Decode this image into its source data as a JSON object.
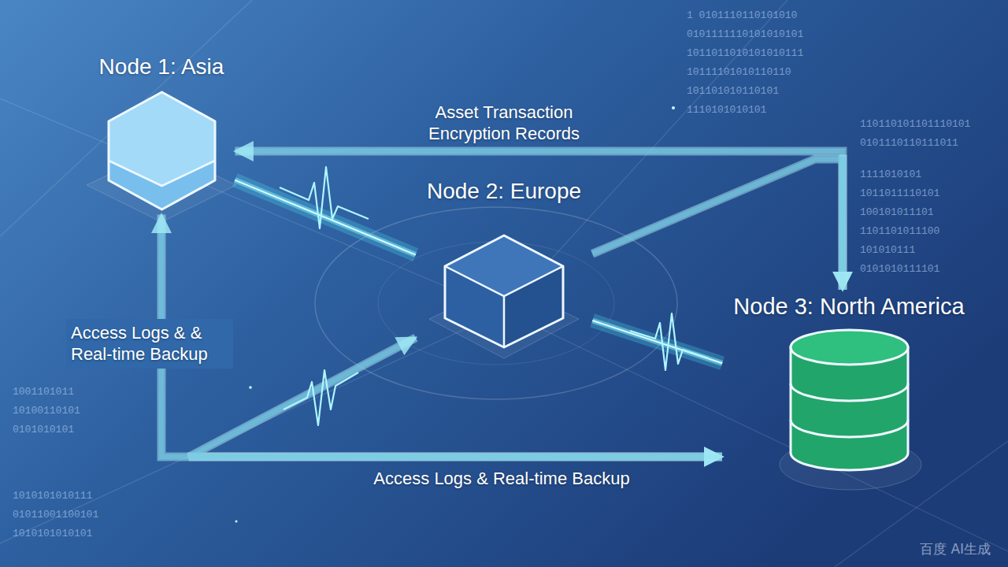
{
  "diagram": {
    "nodes": [
      {
        "text": [
          "Node 1: Asia"
        ]
      },
      {
        "text": [
          "Node 2: Europe"
        ]
      },
      {
        "text": [
          "Node 3: North America"
        ]
      }
    ],
    "edges": [
      {
        "from": 0,
        "to": 2,
        "label": "Asset Transaction Encryption Records",
        "arrow": "both"
      },
      {
        "from": 0,
        "to": 1,
        "arrow": "none"
      },
      {
        "from": 1,
        "to": 2,
        "arrow": "none"
      },
      {
        "from": 1,
        "to": 2,
        "arrow": "to"
      },
      {
        "from": 0,
        "to": 2,
        "label": "Access Logs & & Real-time Backup",
        "arrow": "both"
      },
      {
        "from": 1,
        "to": 2,
        "label": "Access Logs & Real-time Backup",
        "arrow": "both"
      }
    ],
    "labels": [
      "1 0101110110101010",
      "0101111110101010101",
      "1011011010101010111",
      "10111101010110110",
      "101101010110101",
      "1110101010101",
      "110110101101110101",
      "0101110110111011",
      "1111010101",
      "1011011110101",
      "100101011101",
      "1101101011100",
      "101010111",
      "0101010111101",
      "1001101011",
      "10100110101",
      "0101010101",
      "1010101010111",
      "01011001100101",
      "1010101010101",
      "百度 AI生成"
    ]
  }
}
